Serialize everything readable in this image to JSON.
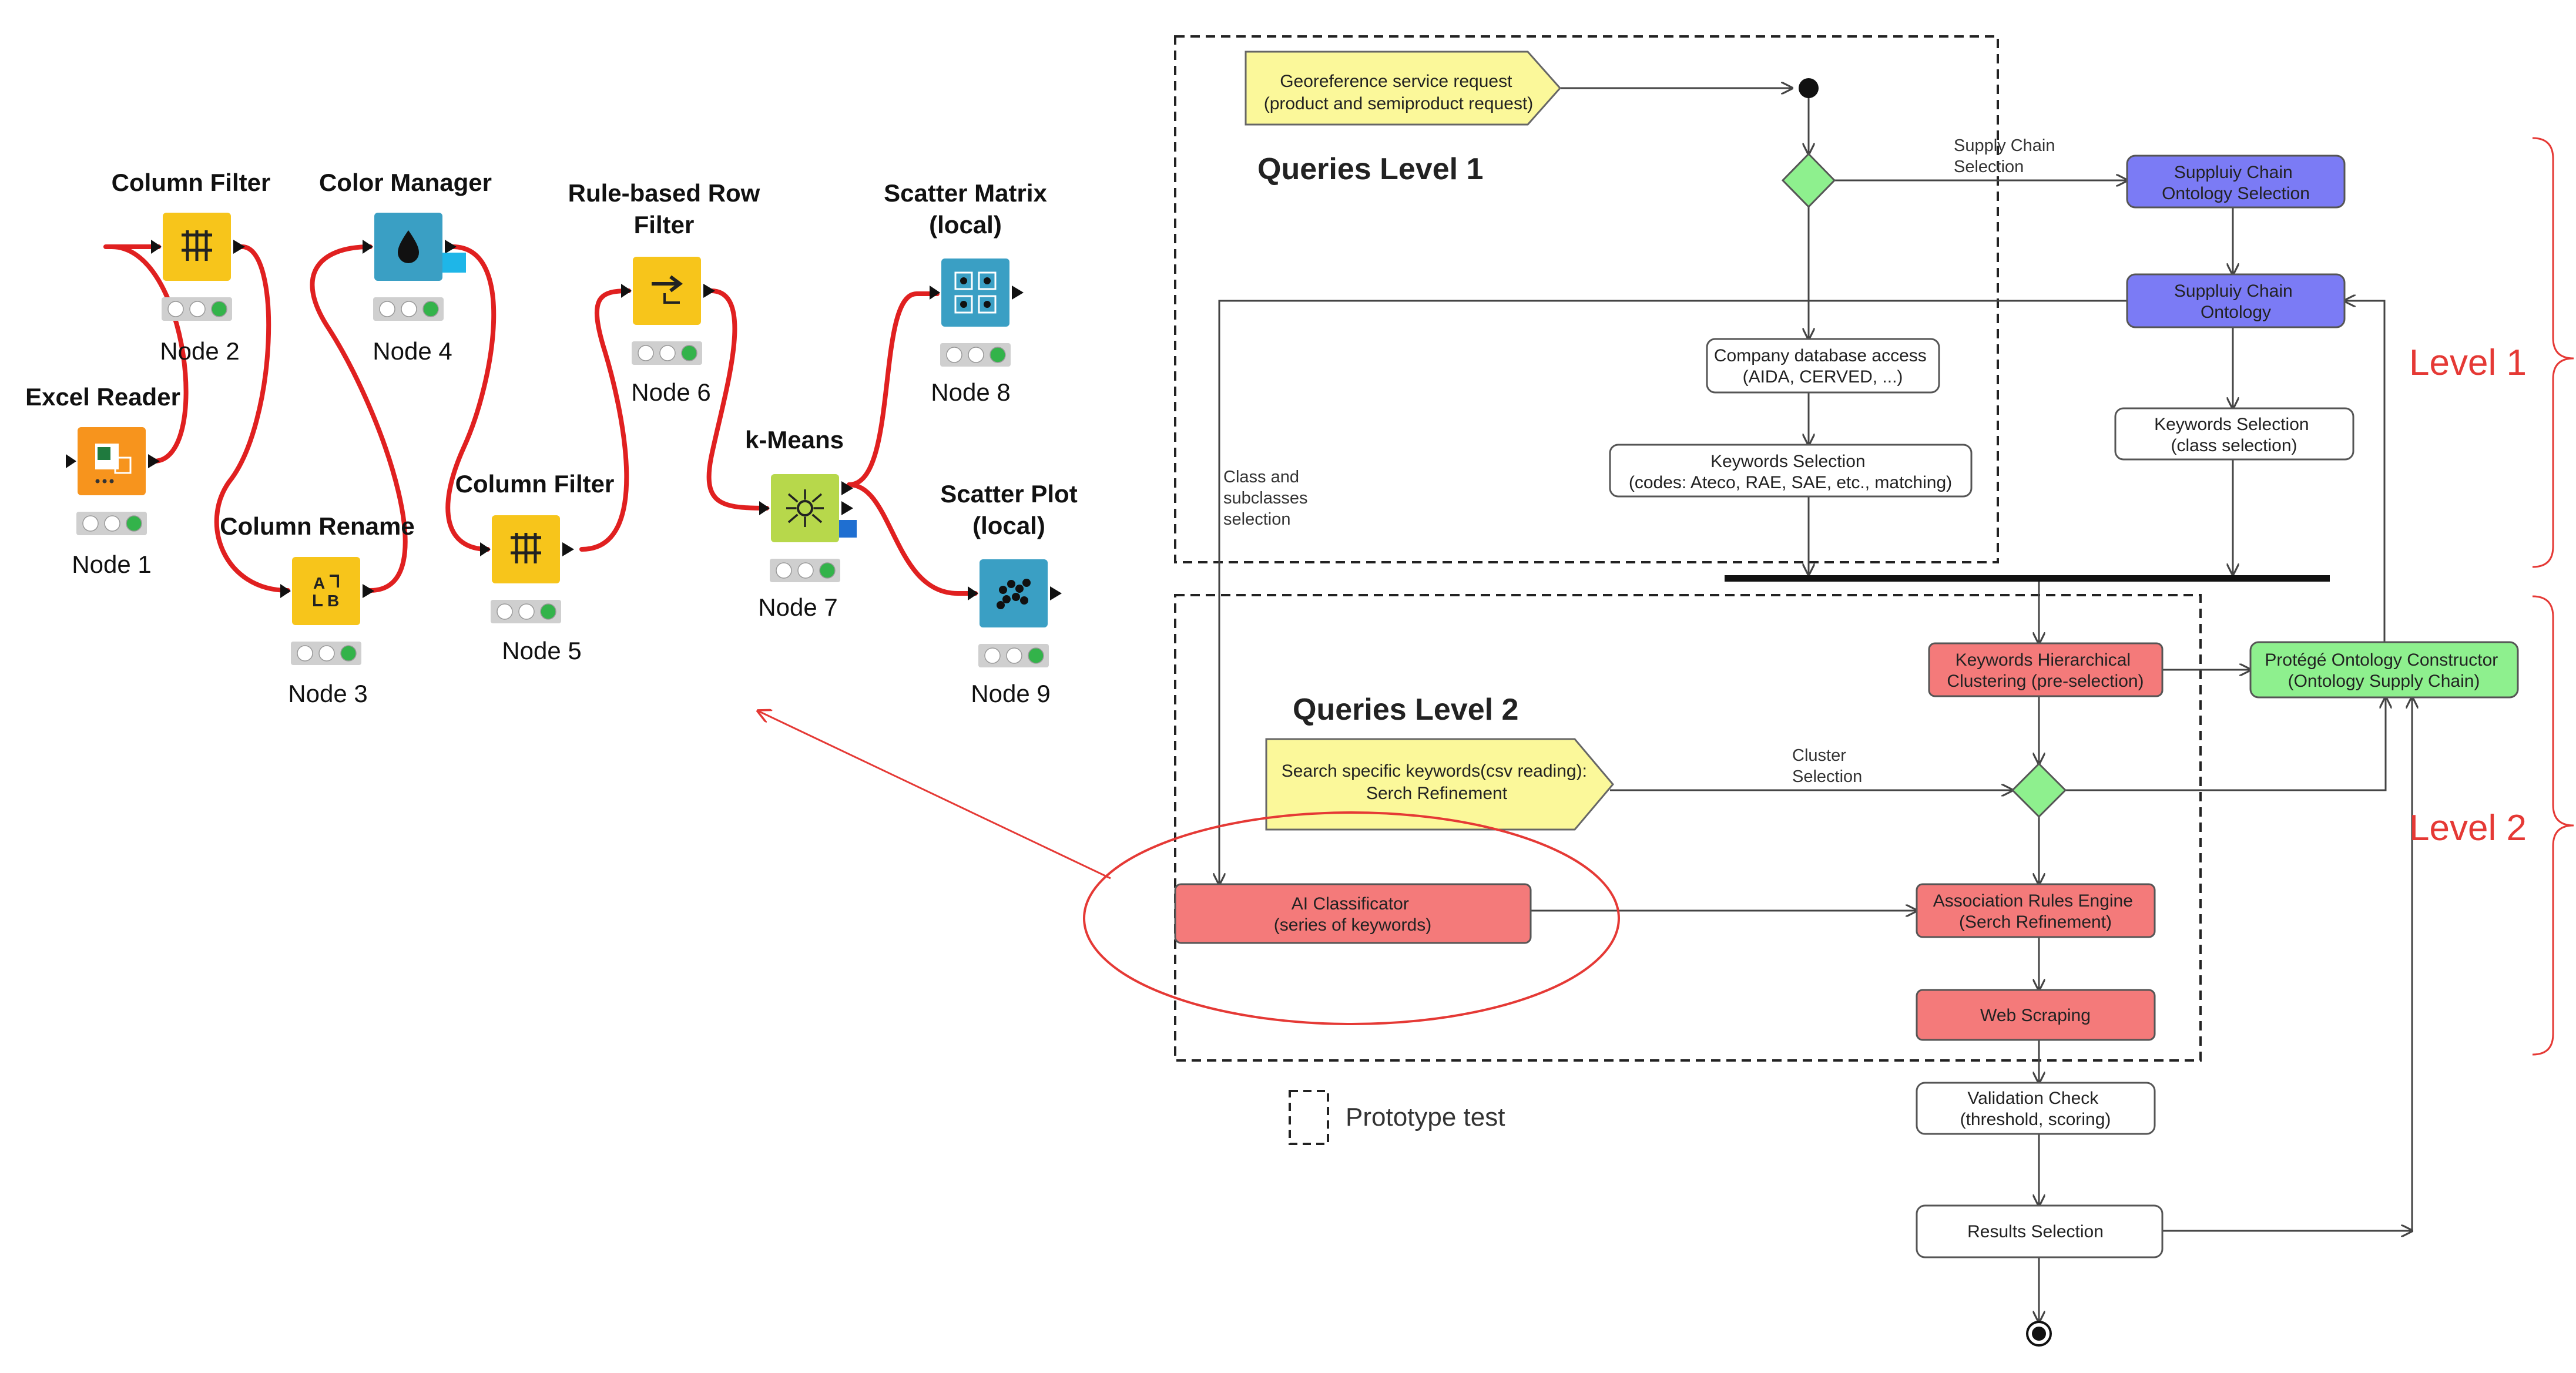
{
  "workflow": {
    "nodes": [
      {
        "title": "Excel Reader",
        "id": "Node 1",
        "icon": "excel-reader-icon",
        "color": "#f7941d"
      },
      {
        "title": "Column Filter",
        "id": "Node 2",
        "icon": "column-filter-icon",
        "color": "#f7c51b"
      },
      {
        "title": "Column Rename",
        "id": "Node 3",
        "icon": "column-rename-icon",
        "color": "#f7c51b"
      },
      {
        "title": "Color Manager",
        "id": "Node 4",
        "icon": "color-manager-icon",
        "color": "#3a9fc4"
      },
      {
        "title": "Column Filter",
        "id": "Node 5",
        "icon": "column-filter-icon",
        "color": "#f7c51b"
      },
      {
        "title": "Rule-based Row Filter",
        "id": "Node 6",
        "icon": "row-filter-icon",
        "color": "#f7c51b"
      },
      {
        "title": "k-Means",
        "id": "Node 7",
        "icon": "k-means-icon",
        "color": "#b7d84b"
      },
      {
        "title": "Scatter Matrix (local)",
        "id": "Node 8",
        "icon": "scatter-matrix-icon",
        "color": "#3a9fc4"
      },
      {
        "title": "Scatter Plot (local)",
        "id": "Node 9",
        "icon": "scatter-plot-icon",
        "color": "#3a9fc4"
      }
    ],
    "connection_color": "#e02020"
  },
  "flowchart": {
    "queries_level_1": "Queries Level 1",
    "queries_level_2": "Queries Level 2",
    "georeference_request": [
      "Georeference service request",
      "(product and semiproduct request)"
    ],
    "supply_chain_selection_label": [
      "Supply Chain",
      "Selection"
    ],
    "ontology_selection": [
      "Suppluiy Chain",
      "Ontology Selection"
    ],
    "supply_chain_ontology": [
      "Suppluiy Chain",
      "Ontology"
    ],
    "company_db_access": [
      "Company database access",
      "(AIDA, CERVED, ...)"
    ],
    "keywords_selection_codes": [
      "Keywords Selection",
      "(codes: Ateco, RAE, SAE, etc., matching)"
    ],
    "keywords_selection_class": [
      "Keywords Selection",
      "(class selection)"
    ],
    "class_subclasses_label": [
      "Class and",
      "subclasses",
      "selection"
    ],
    "keywords_clustering": [
      "Keywords Hierarchical",
      "Clustering (pre-selection)"
    ],
    "protege_constructor": [
      "Protégé Ontology Constructor",
      "(Ontology Supply Chain)"
    ],
    "search_keywords": [
      "Search specific keywords(csv reading):",
      "Serch Refinement"
    ],
    "cluster_selection_label": [
      "Cluster",
      "Selection"
    ],
    "ai_classificator": [
      "AI Classificator",
      "(series of keywords)"
    ],
    "association_rules": [
      "Association Rules Engine",
      "(Serch Refinement)"
    ],
    "web_scraping": "Web Scraping",
    "validation_check": [
      "Validation Check",
      "(threshold, scoring)"
    ],
    "results_selection": "Results Selection",
    "level_1": "Level 1",
    "level_2": "Level 2",
    "legend_prototype": "Prototype test",
    "colors": {
      "ontology_blue": "#7b7bf5",
      "process_red": "#f47a7a",
      "protege_green": "#8ef08e",
      "decision_green": "#8ef08e",
      "request_yellow": "#fbf89a",
      "level_red": "#e53935"
    }
  }
}
